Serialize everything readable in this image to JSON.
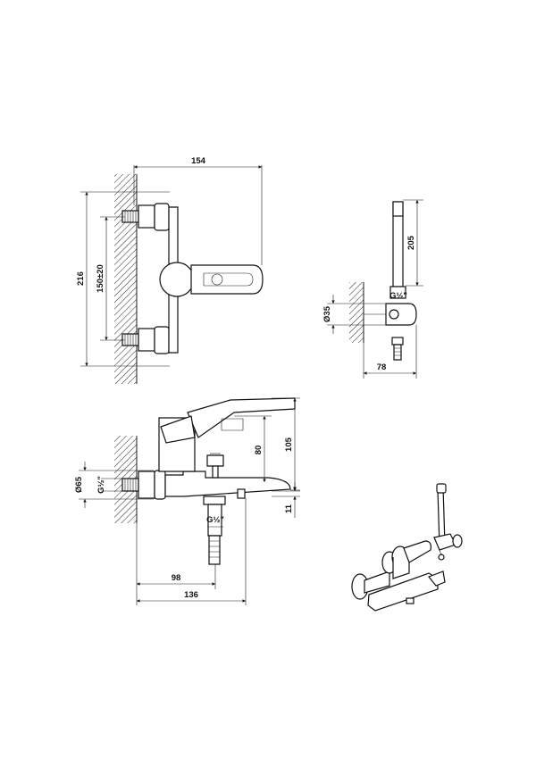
{
  "front_view": {
    "width": "154",
    "height_total": "216",
    "inlet_spacing": "150±20"
  },
  "side_view": {
    "depth": "105",
    "spout_height": "80",
    "flange_diameter": "Ø65",
    "inlet_thread": "G½\"",
    "outlet_thread": "G½\"",
    "spout_offset": "11",
    "spout_reach": "98",
    "total_depth": "136"
  },
  "hand_shower_view": {
    "length": "205",
    "thread": "G½\"",
    "holder_diameter": "Ø35",
    "holder_depth": "78"
  }
}
